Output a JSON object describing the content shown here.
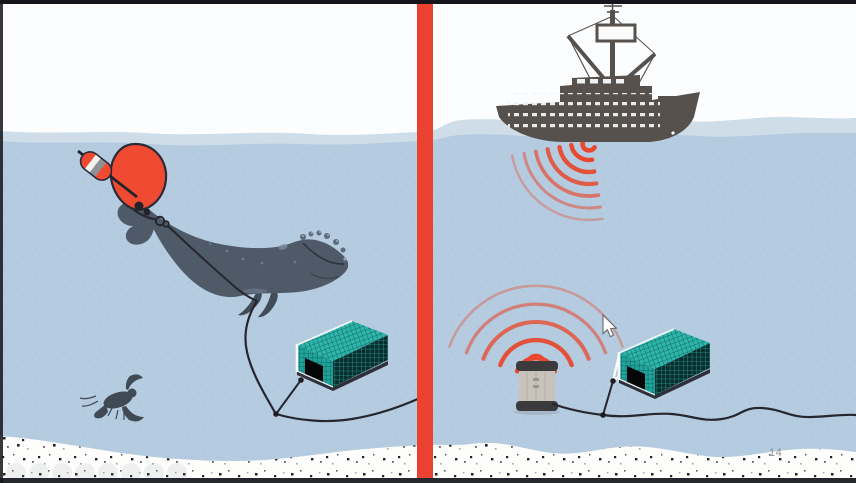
{
  "slide": {
    "number": "14"
  },
  "scene": {
    "left_panel": {
      "label": "traditional-buoy-line-gear",
      "elements": [
        "surface-buoy",
        "stick-buoy",
        "entangled-right-whale",
        "buoy-rope",
        "lobster-trap",
        "ground-line",
        "lobster"
      ]
    },
    "right_panel": {
      "label": "on-demand-ropeless-gear",
      "elements": [
        "fishing-vessel",
        "acoustic-signal-from-vessel",
        "acoustic-release-device",
        "acoustic-signal-from-device",
        "lobster-trap",
        "ground-line"
      ]
    },
    "boat_signal_arcs": 6,
    "device_signal_arcs": 5,
    "watermark_circles": 8
  },
  "colors": {
    "sky": "#fcfdfe",
    "water_light": "#cfdde9",
    "water": "#b4cbe0",
    "water_dot": "#7f9ab8",
    "divider": "#ea4130",
    "arc_red": "#e8492e",
    "boat": "#56514d",
    "whale": "#4e5a67",
    "whale_spot": "#7b8a9b",
    "whale_callosity": "#5d6a78",
    "buoy": "#f04a32",
    "buoy_outline": "#2b2b35",
    "float_white": "#f4f3f0",
    "float_gray": "#8e9196",
    "trap_teal": "#2bb5ab",
    "trap_teal_side": "#1fa49b",
    "trap_dark": "#0a2e2d",
    "trap_white": "#fafafa",
    "rope": "#26262e",
    "device_body": "#c7c3ba",
    "device_cap": "#3b3a3d",
    "seafloor": "#fdfdfc",
    "sand_dot": "#20202a",
    "lobster": "#3f4a55",
    "cursor_fill": "#fdfdfd",
    "cursor_outline": "#6a6a6a",
    "watermark": "#9aa0a6",
    "edge_strip": "#15151b",
    "bottom_strip": "#26262f"
  }
}
